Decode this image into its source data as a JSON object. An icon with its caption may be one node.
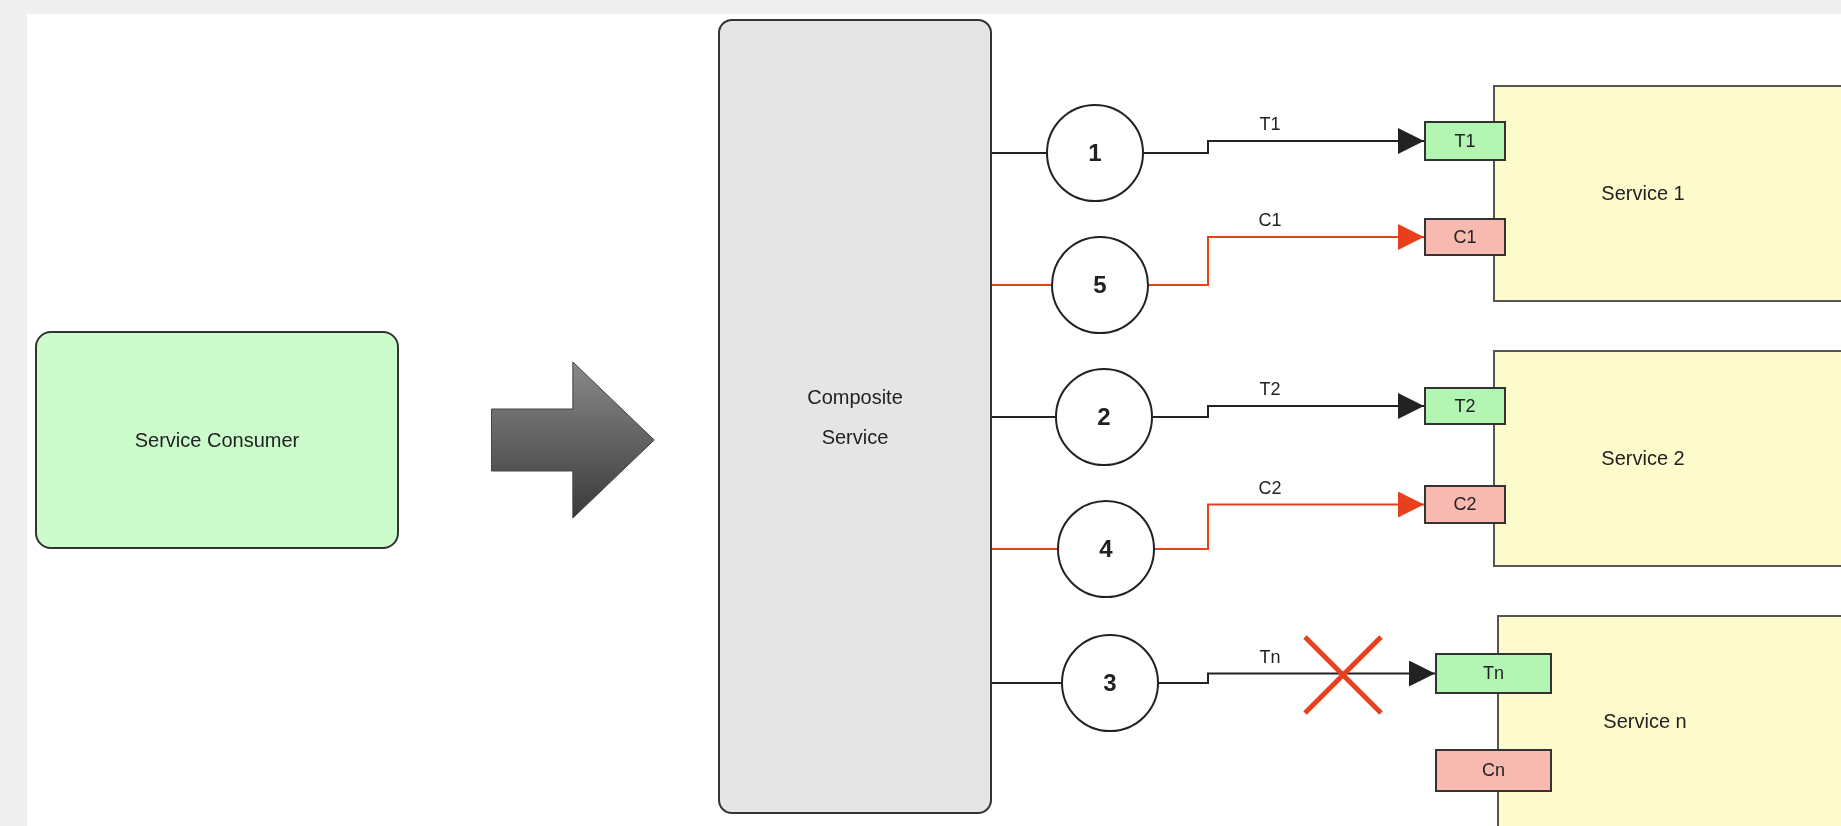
{
  "diagram": {
    "nodes": [
      {
        "text": [
          "Service Consumer"
        ]
      },
      {
        "text": [
          "Composite Service"
        ]
      },
      {
        "text": [
          "1"
        ]
      },
      {
        "text": [
          "5"
        ]
      },
      {
        "text": [
          "2"
        ]
      },
      {
        "text": [
          "4"
        ]
      },
      {
        "text": [
          "3"
        ]
      },
      {
        "text": [
          "Service 1"
        ]
      },
      {
        "text": [
          "T1"
        ]
      },
      {
        "text": [
          "C1"
        ]
      },
      {
        "text": [
          "Service 2"
        ]
      },
      {
        "text": [
          "T2"
        ]
      },
      {
        "text": [
          "C2"
        ]
      },
      {
        "text": [
          "Service n"
        ]
      },
      {
        "text": [
          "Tn"
        ]
      },
      {
        "text": [
          "Cn"
        ]
      }
    ],
    "edges": [
      {
        "from": 0,
        "to": 1,
        "arrow": "to",
        "style": "thick"
      },
      {
        "from": 1,
        "to": 2,
        "arrow": "none"
      },
      {
        "from": 2,
        "to": 8,
        "arrow": "to",
        "label": "T1"
      },
      {
        "from": 1,
        "to": 3,
        "arrow": "none",
        "color": "#e8401c"
      },
      {
        "from": 3,
        "to": 9,
        "arrow": "to",
        "label": "C1",
        "color": "#e8401c"
      },
      {
        "from": 1,
        "to": 4,
        "arrow": "none"
      },
      {
        "from": 4,
        "to": 11,
        "arrow": "to",
        "label": "T2"
      },
      {
        "from": 1,
        "to": 5,
        "arrow": "none",
        "color": "#e8401c"
      },
      {
        "from": 5,
        "to": 12,
        "arrow": "to",
        "label": "C2",
        "color": "#e8401c"
      },
      {
        "from": 1,
        "to": 6,
        "arrow": "none"
      },
      {
        "from": 6,
        "to": 14,
        "arrow": "to",
        "label": "Tn"
      }
    ]
  }
}
